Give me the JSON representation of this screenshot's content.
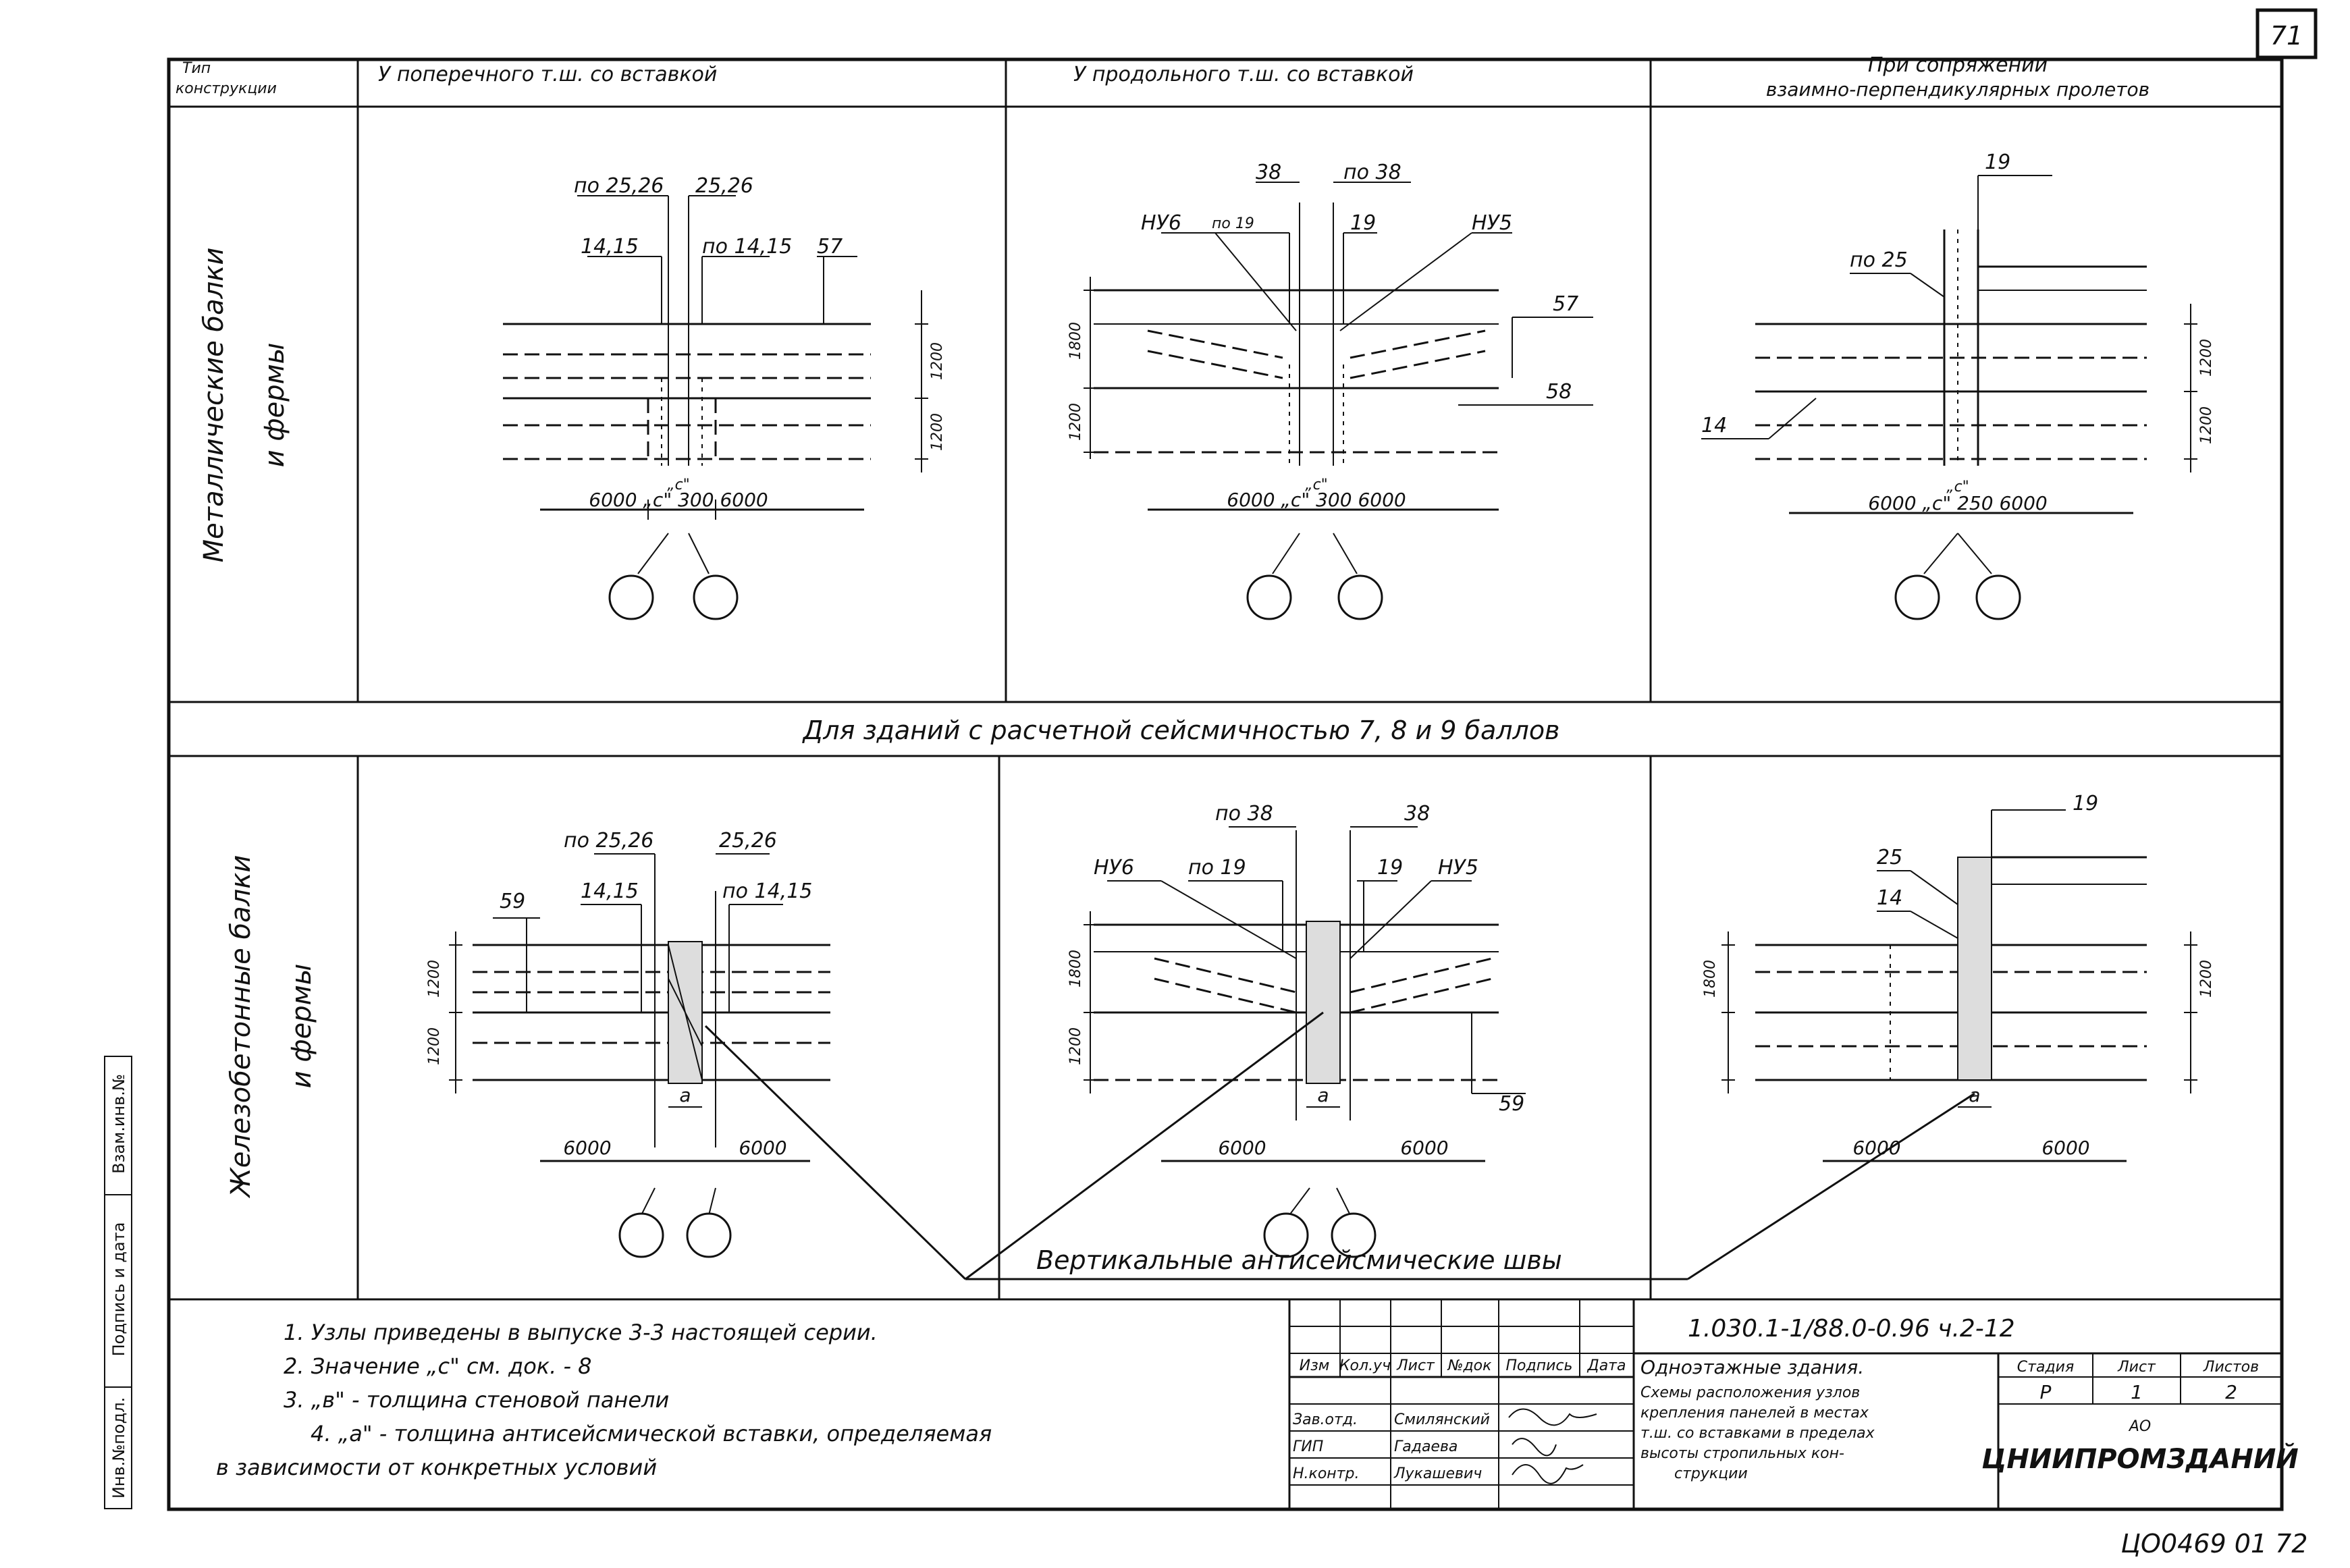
{
  "sheet_number": "71",
  "header": {
    "col0": [
      "Тип",
      "конструкции"
    ],
    "col1": "У поперечного т.ш. со вставкой",
    "col2": "У продольного т.ш. со вставкой",
    "col3": [
      "При сопряжении",
      "взаимно-перпендикулярных пролетов"
    ]
  },
  "row_labels": {
    "top": [
      "Металлические балки",
      "и фермы"
    ],
    "bottom": [
      "Железобетонные балки",
      "и фермы"
    ]
  },
  "band_label": "Для зданий с расчетной сейсмичностью 7, 8 и 9 баллов",
  "seismic_joints_label": "Вертикальные антисейсмические швы",
  "side_stamp": [
    "Инв.№подл.",
    "Подпись и дата",
    "Взам.инв.№"
  ],
  "top_row": {
    "left": {
      "labels": [
        "по 25,26",
        "25,26",
        "14,15",
        "по 14,15",
        "57"
      ],
      "dim": "1200",
      "dim2": "1200",
      "bottom": "6000 „с\" 300 6000",
      "node": "„с\""
    },
    "middle": {
      "labels": [
        "38",
        "по 38",
        "НУ6",
        "по 19",
        "19",
        "НУ5",
        "57",
        "58"
      ],
      "dim": "1800",
      "dim2": "1200",
      "bottom": "6000 „с\" 300 6000",
      "node": "„с\""
    },
    "right": {
      "labels": [
        "19",
        "по 25",
        "14"
      ],
      "dim": "1200",
      "dim2": "1200",
      "bottom": "6000 „с\" 250 6000",
      "node": "„с\""
    }
  },
  "bottom_row": {
    "left": {
      "labels": [
        "по 25,26",
        "25,26",
        "59",
        "14,15",
        "по 14,15",
        "а"
      ],
      "dim": "1200",
      "dim2": "1200",
      "spans": [
        "6000",
        "6000"
      ]
    },
    "middle": {
      "labels": [
        "по 38",
        "38",
        "НУ6",
        "по 19",
        "19",
        "НУ5",
        "а",
        "59"
      ],
      "dim": "1800",
      "dim2": "1200",
      "spans": [
        "6000",
        "6000"
      ]
    },
    "right": {
      "labels": [
        "19",
        "25",
        "14",
        "а"
      ],
      "dim": "1800",
      "dim2": "1200",
      "spans": [
        "6000",
        "6000"
      ]
    }
  },
  "notes": [
    "1. Узлы приведены в выпуске 3-3 настоящей серии.",
    "2. Значение „с\" см. док. - 8",
    "3. „в\" - толщина стеновой панели",
    "4. „а\" - толщина антисейсмической вставки, определяемая",
    "в зависимости от конкретных условий"
  ],
  "title_block": {
    "code": "1.030.1-1/88.0-0.96 ч.2-12",
    "cols": [
      "Изм",
      "Кол.уч",
      "Лист",
      "№док",
      "Подпись",
      "Дата"
    ],
    "people": [
      {
        "role": "Зав.отд.",
        "name": "Смилянский"
      },
      {
        "role": "ГИП",
        "name": "Гадаева"
      },
      {
        "role": "Н.контр.",
        "name": "Лукашевич"
      }
    ],
    "title": [
      "Одноэтажные здания.",
      "Схемы расположения узлов",
      "крепления панелей в местах",
      "т.ш. со вставками в пределах",
      "высоты стропильных кон-",
      "струкции"
    ],
    "stage_head": [
      "Стадия",
      "Лист",
      "Листов"
    ],
    "stage_vals": [
      "Р",
      "1",
      "2"
    ],
    "org_small": "АО",
    "org": "ЦНИИПРОМЗДАНИЙ"
  },
  "footer_code": "ЦО0469 01 72"
}
